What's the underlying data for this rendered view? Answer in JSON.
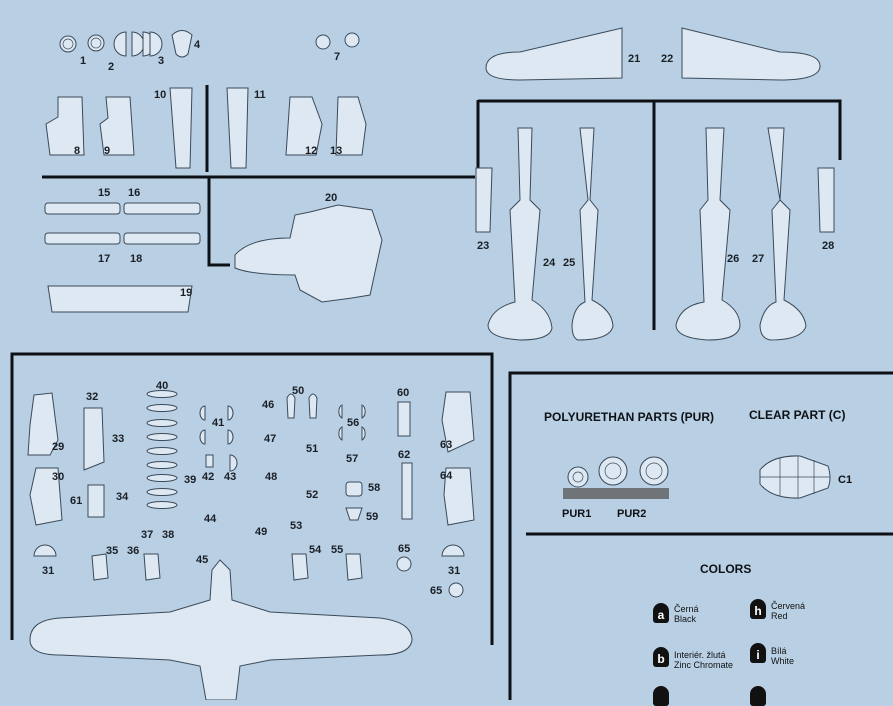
{
  "part_numbers": {
    "p1": "1",
    "p2": "2",
    "p3": "3",
    "p4": "4",
    "p7": "7",
    "p8": "8",
    "p9": "9",
    "p10": "10",
    "p11": "11",
    "p12": "12",
    "p13": "13",
    "p15": "15",
    "p16": "16",
    "p17": "17",
    "p18": "18",
    "p19": "19",
    "p20": "20",
    "p21": "21",
    "p22": "22",
    "p23": "23",
    "p24": "24",
    "p25": "25",
    "p26": "26",
    "p27": "27",
    "p28": "28",
    "p29": "29",
    "p30": "30",
    "p31a": "31",
    "p31b": "31",
    "p32": "32",
    "p33": "33",
    "p34": "34",
    "p35": "35",
    "p36": "36",
    "p37": "37",
    "p38": "38",
    "p39": "39",
    "p40": "40",
    "p41": "41",
    "p42": "42",
    "p43": "43",
    "p44": "44",
    "p45": "45",
    "p46": "46",
    "p47": "47",
    "p48": "48",
    "p49": "49",
    "p50": "50",
    "p51": "51",
    "p52": "52",
    "p53": "53",
    "p54": "54",
    "p55": "55",
    "p56": "56",
    "p57": "57",
    "p58": "58",
    "p59": "59",
    "p60": "60",
    "p61": "61",
    "p62": "62",
    "p63": "63",
    "p64": "64",
    "p65a": "65",
    "p65b": "65"
  },
  "panels": {
    "pur_title": "POLYURETHAN PARTS (PUR)",
    "clear_title": "CLEAR PART (C)",
    "pur1": "PUR1",
    "pur2": "PUR2",
    "c1": "C1",
    "colors_title": "COLORS"
  },
  "colors": [
    {
      "code": "a",
      "cz": "Černá",
      "en": "Black"
    },
    {
      "code": "h",
      "cz": "Červená",
      "en": "Red"
    },
    {
      "code": "b",
      "cz": "Interiér. žlutá",
      "en": "Zinc Chromate"
    },
    {
      "code": "i",
      "cz": "Bílá",
      "en": "White"
    }
  ],
  "palette": {
    "background": "#b9cfe3",
    "ink": "#0d1014",
    "pur_bar": "#6f7479",
    "swatch": "#111111"
  }
}
